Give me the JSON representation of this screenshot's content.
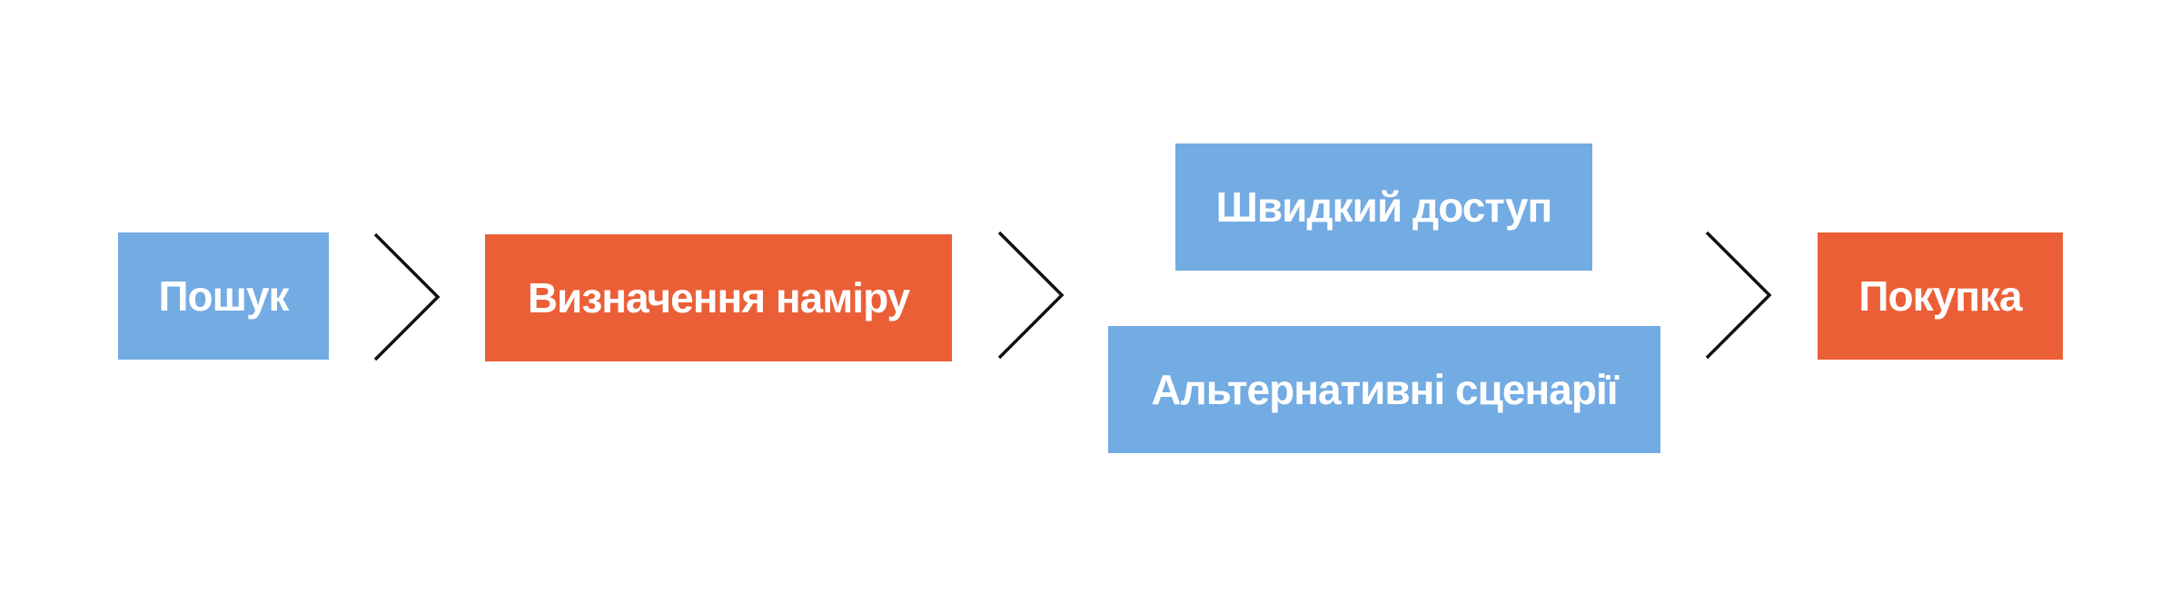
{
  "diagram": {
    "steps": {
      "search": "Пошук",
      "intent": "Визначення наміру",
      "quick_access": "Швидкий доступ",
      "alternatives": "Альтернативні сценарії",
      "purchase": "Покупка"
    },
    "colors": {
      "blue": "#73ABE3",
      "orange": "#EB5F37",
      "arrow": "#111111",
      "text": "#FFFFFF"
    },
    "icons": [
      "chevron-right-icon",
      "chevron-right-icon",
      "chevron-right-icon"
    ]
  }
}
